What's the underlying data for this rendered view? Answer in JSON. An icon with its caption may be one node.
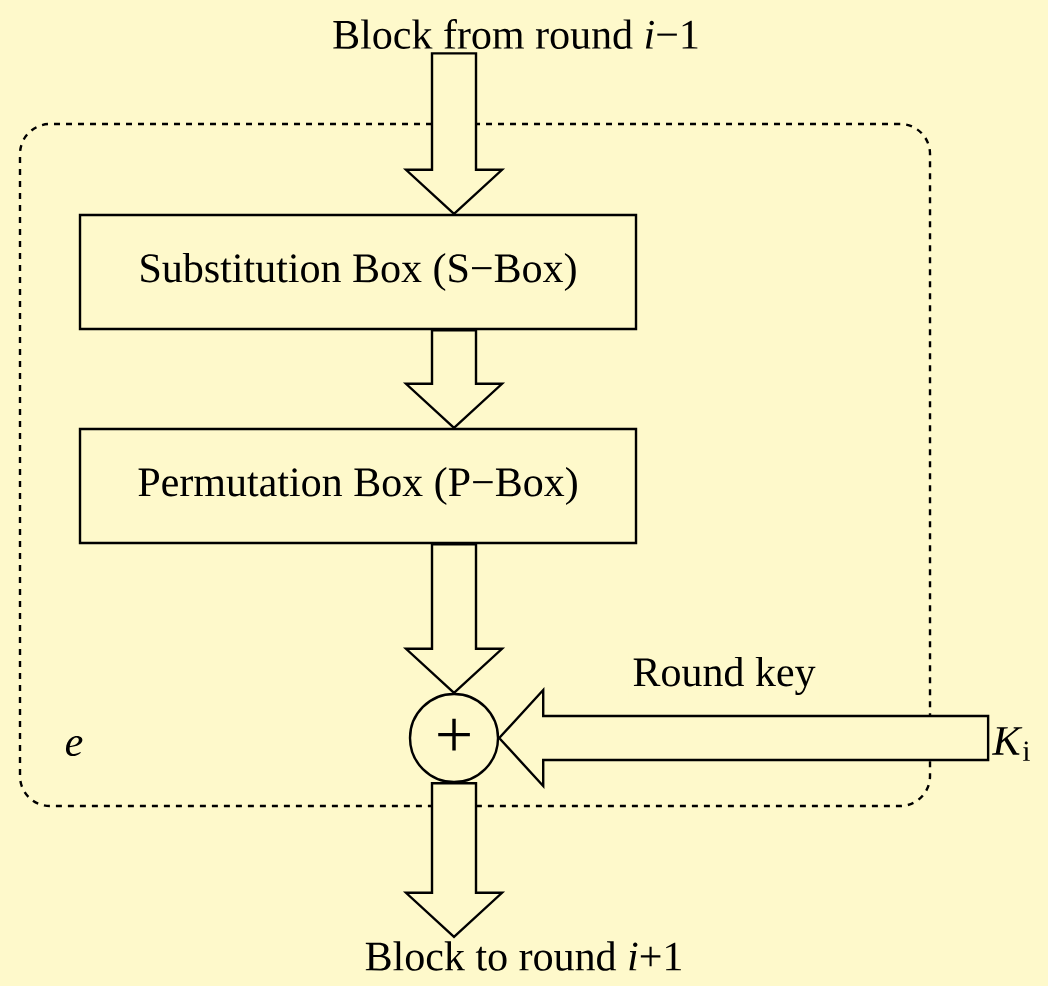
{
  "diagram": {
    "nodes": [
      {
        "text": [
          "e"
        ]
      },
      {
        "text": [
          "Block from round *i*−1"
        ]
      },
      {
        "text": [
          "Substitution Box (S−Box)"
        ],
        "in": 0
      },
      {
        "text": [
          "Permutation Box (P−Box)"
        ],
        "in": 0
      },
      {
        "text": [
          "+"
        ],
        "in": 0
      },
      {
        "text": [
          "Block to round *i*+1"
        ]
      },
      {
        "text": [
          "*K*$_{i}$"
        ]
      }
    ],
    "edges": [
      {
        "from": 1,
        "to": 2,
        "arrow": "to"
      },
      {
        "from": 2,
        "to": 3,
        "arrow": "to"
      },
      {
        "from": 3,
        "to": 4,
        "arrow": "to"
      },
      {
        "from": 4,
        "to": 5,
        "arrow": "to"
      },
      {
        "from": 6,
        "to": 4,
        "arrow": "to",
        "label": "Round key"
      }
    ]
  }
}
